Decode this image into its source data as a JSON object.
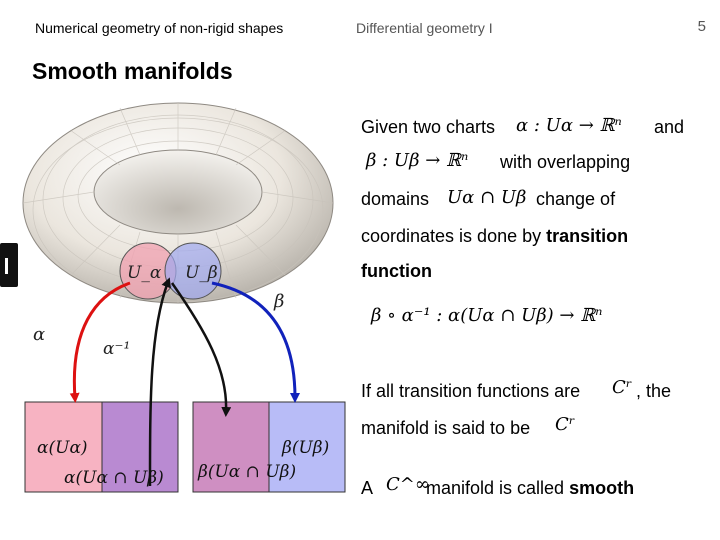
{
  "header": {
    "left": "Numerical geometry of non-rigid shapes",
    "right": "Differential geometry I",
    "page_number": "5"
  },
  "title": "Smooth manifolds",
  "figure": {
    "torus_color": "#efece6",
    "patch_alpha_color": "#f0a0b0",
    "patch_beta_color": "#9fa8ef",
    "map_alpha_color": "#dd1111",
    "map_beta_color": "#1122bb",
    "labels": {
      "u_alpha": "U_α",
      "u_beta": "U_β",
      "alpha": "α",
      "beta": "β",
      "alpha_inverse": "α⁻¹"
    },
    "boxes": [
      {
        "name": "alpha-image",
        "color": "#f7b3c2",
        "lines": [
          "α(Uα)",
          "α(Uα ∩ Uβ)"
        ]
      },
      {
        "name": "alpha-overlap",
        "color": "#b98ad2",
        "lines": []
      },
      {
        "name": "beta-overlap",
        "color": "#cf8fc2",
        "lines": [
          "β(Uα ∩ Uβ)"
        ]
      },
      {
        "name": "beta-image",
        "color": "#b8bcf7",
        "lines": [
          "β(Uβ)"
        ]
      }
    ]
  },
  "text": {
    "given_two_charts": "Given two charts",
    "chart_alpha": "α : Uα → ℝⁿ",
    "and": "and",
    "chart_beta": "β : Uβ → ℝⁿ",
    "with_overlapping": "with overlapping",
    "domains": "domains",
    "intersection": "Uα ∩ Uβ",
    "change_of": "change of",
    "coordinates_is_done_by": "coordinates is done by",
    "transition": "transition",
    "function": "function",
    "transition_formula": "β ∘ α⁻¹ : α(Uα ∩ Uβ) → ℝⁿ",
    "if_all_transition_functions_are": "If all transition functions are",
    "cr": "Cʳ",
    "the": ", the",
    "manifold_is_said_to_be": "manifold is said to be",
    "cr2": "Cʳ",
    "a": "A",
    "c_inf": "C^∞",
    "manifold_is_called": "manifold is called",
    "smooth": "smooth"
  }
}
